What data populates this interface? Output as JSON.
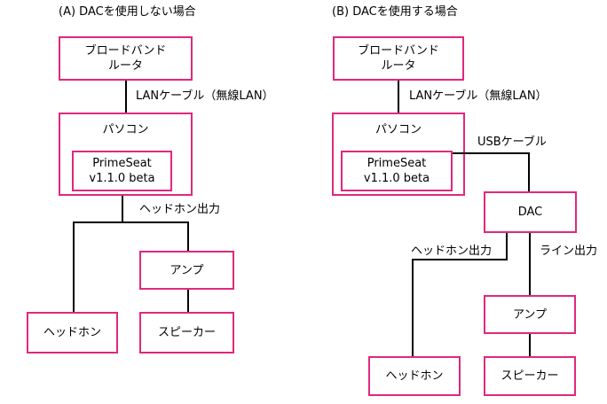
{
  "panel_a": {
    "title": "(A) DACを使用しない場合",
    "router_line1": "ブロードバンド",
    "router_line2": "ルータ",
    "lan_label": "LANケーブル（無線LAN）",
    "pc_label": "パソコン",
    "app_line1": "PrimeSeat",
    "app_line2": "v1.1.0 beta",
    "headphone_out_label": "ヘッドホン出力",
    "amp_label": "アンプ",
    "headphone_label": "ヘッドホン",
    "speaker_label": "スピーカー"
  },
  "panel_b": {
    "title": "(B) DACを使用する場合",
    "router_line1": "ブロードバンド",
    "router_line2": "ルータ",
    "lan_label": "LANケーブル（無線LAN）",
    "pc_label": "パソコン",
    "app_line1": "PrimeSeat",
    "app_line2": "v1.1.0 beta",
    "usb_label": "USBケーブル",
    "dac_label": "DAC",
    "headphone_out_label": "ヘッドホン出力",
    "line_out_label": "ライン出力",
    "amp_label": "アンプ",
    "headphone_label": "ヘッドホン",
    "speaker_label": "スピーカー"
  },
  "colors": {
    "box_border": "#e0287d",
    "line": "#000000"
  }
}
